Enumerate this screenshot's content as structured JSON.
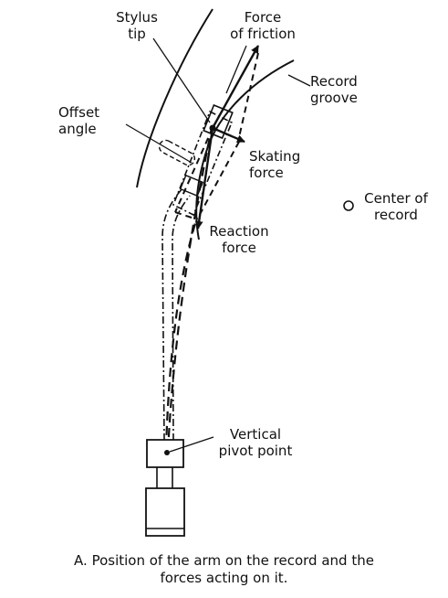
{
  "labels": {
    "stylus_tip": [
      "Stylus",
      "tip"
    ],
    "force_of_friction": [
      "Force",
      "of friction"
    ],
    "record_groove": [
      "Record",
      "groove"
    ],
    "offset_angle": [
      "Offset",
      "angle"
    ],
    "skating_force": [
      "Skating",
      "force"
    ],
    "center_of_record": [
      "Center of",
      "record"
    ],
    "reaction_force": [
      "Reaction",
      "force"
    ],
    "vertical_pivot_point": [
      "Vertical",
      "pivot point"
    ]
  },
  "caption": [
    "A. Position of the arm on the record and the",
    "forces acting on it."
  ]
}
